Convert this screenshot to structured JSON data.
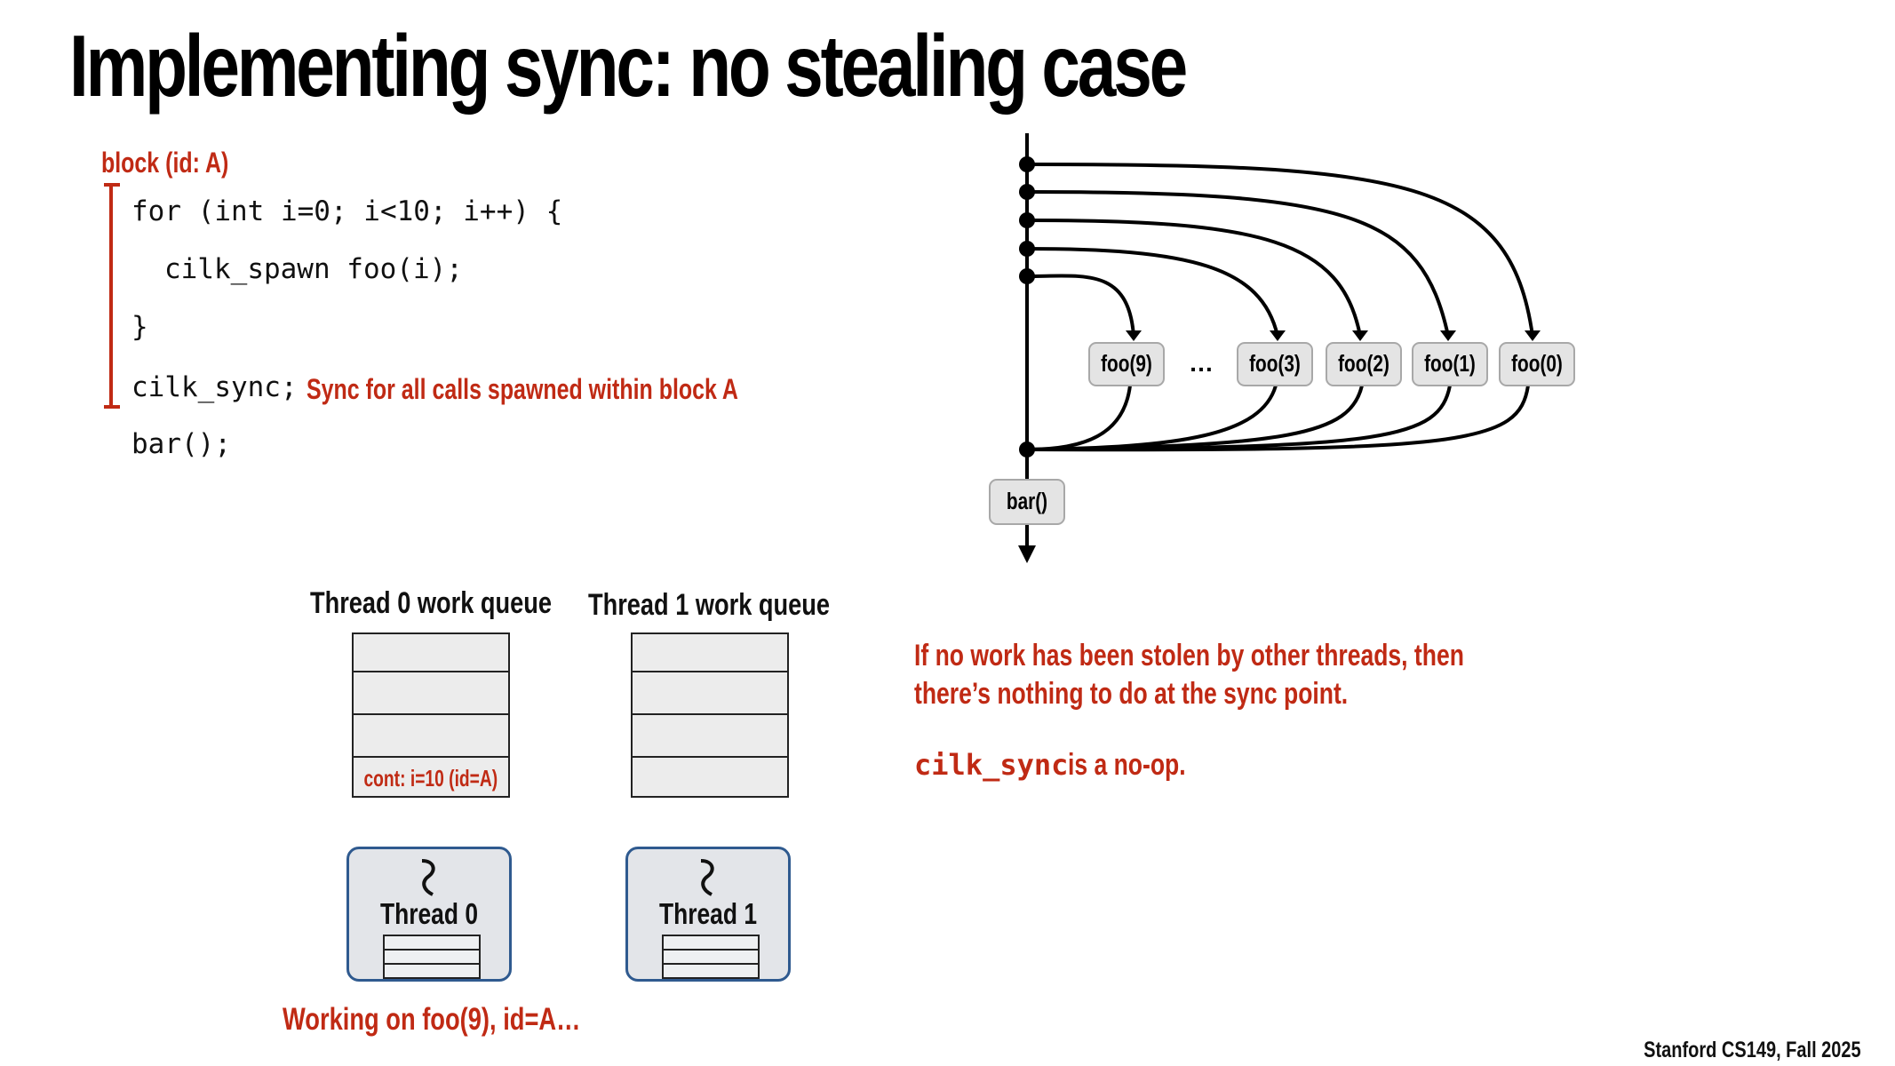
{
  "title": "Implementing sync: no stealing case",
  "block_label": "block (id: A)",
  "code": {
    "line1": "for (int i=0; i<10; i++) {",
    "line2": "cilk_spawn foo(i);",
    "line3": "}",
    "line4": "cilk_sync;",
    "line5": "bar();"
  },
  "sync_note": "Sync for all calls spawned within block A",
  "diagram": {
    "nodes": [
      "foo(9)",
      "foo(3)",
      "foo(2)",
      "foo(1)",
      "foo(0)"
    ],
    "ellipsis": "…",
    "bar_node": "bar()"
  },
  "queues": {
    "thread0_title": "Thread 0 work queue",
    "thread1_title": "Thread 1 work queue",
    "thread0_entry": "cont: i=10 (id=A)"
  },
  "threads": {
    "thread0": "Thread 0",
    "thread1": "Thread 1"
  },
  "working_text": "Working on foo(9), id=A…",
  "explanation": {
    "line1": "If no work has been stolen by other threads, then",
    "line2": "there’s nothing to do at the sync point.",
    "code": "cilk_sync",
    "line3_rest": " is a no-op."
  },
  "footer": "Stanford CS149, Fall 2025",
  "colors": {
    "accent_red": "#c02a14",
    "thread_border": "#2f5a8f",
    "node_fill": "#e4e4e4"
  }
}
